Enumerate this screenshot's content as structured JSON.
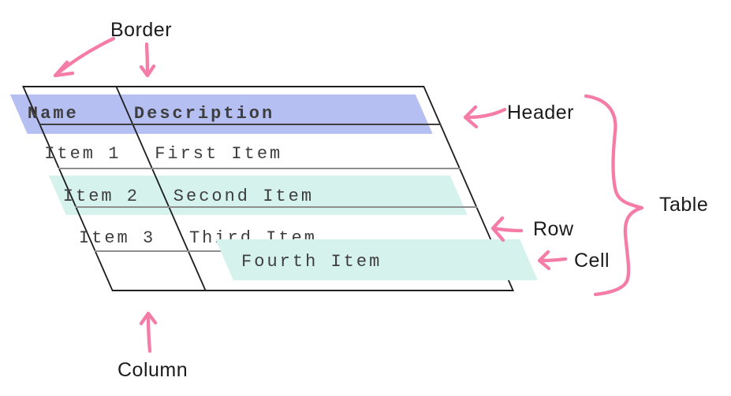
{
  "labels": {
    "border": "Border",
    "header": "Header",
    "table": "Table",
    "row": "Row",
    "cell": "Cell",
    "column": "Column"
  },
  "table": {
    "columns": [
      "Name",
      "Description"
    ],
    "rows": [
      {
        "name": "Item 1",
        "description": "First Item"
      },
      {
        "name": "Item 2",
        "description": "Second Item"
      },
      {
        "name": "Item 3",
        "description": "Third Item"
      },
      {
        "name": "",
        "description": "Fourth Item"
      }
    ]
  },
  "colors": {
    "header_highlight": "#b5bff2",
    "row_highlight": "#d5f2ec",
    "annotation_pink": "#f47ca6",
    "table_border": "#1f1f1f",
    "grid_line": "#8e8e8e",
    "table_text": "#3e3e3e",
    "label_text": "#1b1b1b"
  }
}
